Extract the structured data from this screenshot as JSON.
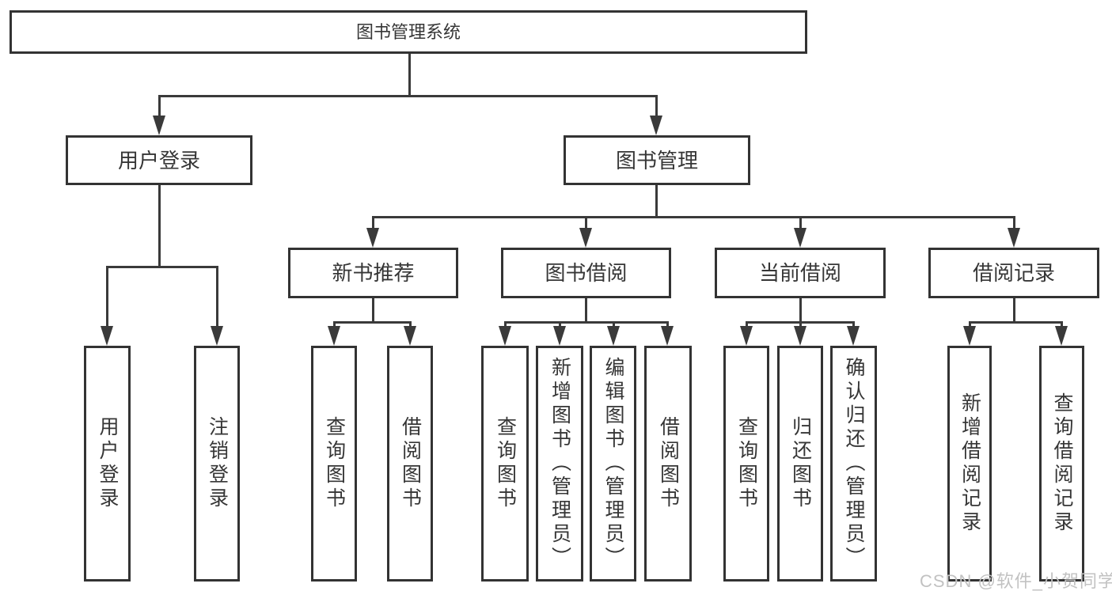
{
  "diagram_title": "图书管理系统",
  "tree": {
    "root": {
      "label": "图书管理系统"
    },
    "branches": [
      {
        "label": "用户登录",
        "children": [
          {
            "label": "用户登录"
          },
          {
            "label": "注销登录"
          }
        ]
      },
      {
        "label": "图书管理",
        "groups": [
          {
            "label": "新书推荐",
            "children": [
              {
                "label": "查询图书"
              },
              {
                "label": "借阅图书"
              }
            ]
          },
          {
            "label": "图书借阅",
            "children": [
              {
                "label": "查询图书"
              },
              {
                "label": "新增图书（管理员）"
              },
              {
                "label": "编辑图书（管理员）"
              },
              {
                "label": "借阅图书"
              }
            ]
          },
          {
            "label": "当前借阅",
            "children": [
              {
                "label": "查询图书"
              },
              {
                "label": "归还图书"
              },
              {
                "label": "确认归还（管理员）"
              }
            ]
          },
          {
            "label": "借阅记录",
            "children": [
              {
                "label": "新增借阅记录"
              },
              {
                "label": "查询借阅记录"
              }
            ]
          }
        ]
      }
    ]
  },
  "watermark": {
    "text": "CSDN @软件_小贺同学"
  },
  "colors": {
    "line": "#3a3a3a",
    "border": "#333333",
    "text": "#363636",
    "watermark": "#c2c2c2",
    "background": "#ffffff"
  }
}
